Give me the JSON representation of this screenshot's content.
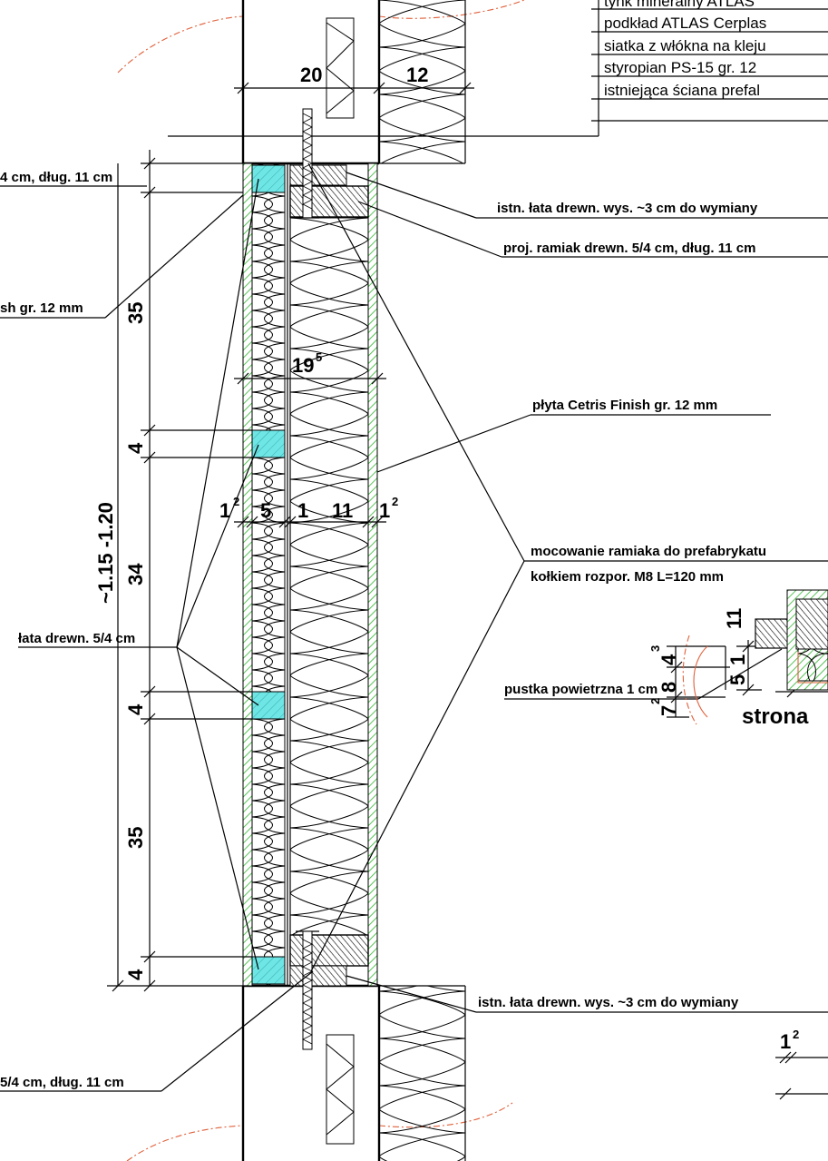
{
  "layer_spec": {
    "lines": [
      "tynk mineralny ATLAS",
      "podkład ATLAS Cerplas",
      "siatka z włókna na kleju",
      "styropian PS-15 gr. 12",
      "istniejąca ściana prefal"
    ]
  },
  "labels": {
    "top_left_frame": "4 cm, dług. 11 cm",
    "left_board": "sh gr. 12 mm",
    "batten": "łata drewn. 5/4 cm",
    "bottom_left_frame": "5/4 cm, dług. 11 cm",
    "existing_batten_top": "istn. łata drewn. wys. ~3 cm do wymiany",
    "frame_design": "proj. ramiak drewn. 5/4 cm, dług. 11 cm",
    "cetris_board": "płyta Cetris Finish gr. 12 mm",
    "fixing_line1": "mocowanie ramiaka do prefabrykatu",
    "fixing_line2": "kołkiem rozpor. M8 L=120 mm",
    "air_gap": "pustka powietrzna 1 cm",
    "side_title": "strona",
    "existing_batten_bottom": "istn. łata drewn. wys. ~3 cm do wymiany"
  },
  "dimensions": {
    "top_20": "20",
    "top_12": "12",
    "d35_top": "35",
    "d4_a": "4",
    "d34": "34",
    "d4_b": "4",
    "d35_bottom": "35",
    "d4_c": "4",
    "total": "~1.15 -1.20",
    "d19": "19",
    "d19_sup": "5",
    "row_1a": "1",
    "row_1a_sup": "2",
    "row_5": "5",
    "row_1": "1",
    "row_11": "11",
    "row_1b": "1",
    "row_1b_sup": "2",
    "detail_5": "5",
    "detail_43": "4",
    "detail_43_sup": "3",
    "detail_8": "8",
    "detail_72": "7",
    "detail_72_sup": "2",
    "detail_11": "11",
    "detail_51a": "5",
    "detail_51b": "1",
    "detail_12": "1",
    "detail_12_sup": "2"
  },
  "colors": {
    "batten_fill": "#6fe6e6",
    "board_hatch": "#2fb52f",
    "section_line": "#e0603a"
  }
}
